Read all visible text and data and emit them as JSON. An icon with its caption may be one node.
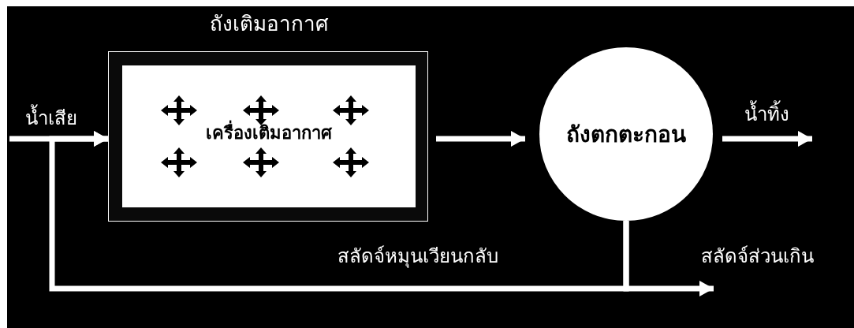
{
  "diagram": {
    "nodes": [
      {
        "text": [
          "ถังเติมอากาศ"
        ]
      },
      {
        "text": [
          "เครื่องเติมอากาศ"
        ],
        "in": 0
      },
      {
        "text": [
          "ถังตกตะกอน"
        ]
      }
    ],
    "edges": [
      {
        "from": null,
        "to": 0,
        "arrow": "to",
        "label": "น้ำเสีย"
      },
      {
        "from": 0,
        "to": 2,
        "arrow": "to"
      },
      {
        "from": 2,
        "to": null,
        "arrow": "to",
        "label": "น้ำทิ้ง"
      },
      {
        "from": 2,
        "to": 0,
        "arrow": "to",
        "label": "สลัดจ์หมุนเวียนกลับ"
      },
      {
        "from": 2,
        "to": null,
        "arrow": "to",
        "label": "สลัดจ์ส่วนเกิน"
      }
    ]
  }
}
